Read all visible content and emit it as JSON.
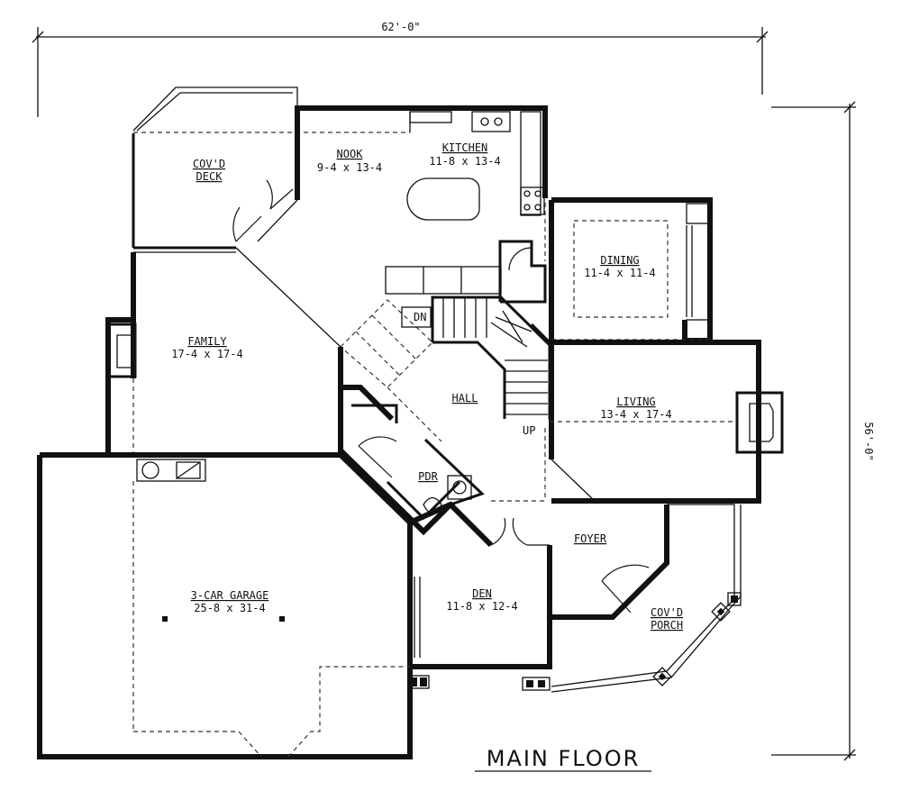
{
  "dimensions": {
    "width": "62'-0\"",
    "depth": "56'-0\""
  },
  "plan_title": "MAIN FLOOR",
  "rooms": {
    "deck": {
      "line1": "COV'D",
      "line2": "DECK"
    },
    "nook": {
      "name": "NOOK",
      "size": "9-4 x 13-4"
    },
    "kitchen": {
      "name": "KITCHEN",
      "size": "11-8 x 13-4"
    },
    "dining": {
      "name": "DINING",
      "size": "11-4 x 11-4"
    },
    "family": {
      "name": "FAMILY",
      "size": "17-4 x 17-4"
    },
    "hall": {
      "name": "HALL"
    },
    "living": {
      "name": "LIVING",
      "size": "13-4 x 17-4"
    },
    "pdr": {
      "name": "PDR"
    },
    "garage": {
      "name": "3-CAR GARAGE",
      "size": "25-8 x 31-4"
    },
    "foyer": {
      "name": "FOYER"
    },
    "den": {
      "name": "DEN",
      "size": "11-8 x 12-4"
    },
    "porch": {
      "line1": "COV'D",
      "line2": "PORCH"
    }
  },
  "stairs": {
    "down": "DN",
    "up": "UP"
  }
}
